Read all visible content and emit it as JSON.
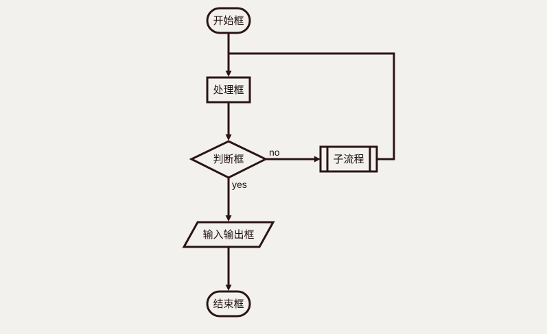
{
  "nodes": {
    "start": {
      "label": "开始框"
    },
    "process": {
      "label": "处理框"
    },
    "decision": {
      "label": "判断框"
    },
    "subprocess": {
      "label": "子流程"
    },
    "io": {
      "label": "输入输出框"
    },
    "end": {
      "label": "结束框"
    }
  },
  "edges": {
    "decision_no": {
      "label": "no"
    },
    "decision_yes": {
      "label": "yes"
    }
  },
  "colors": {
    "background": "#f3f1ed",
    "stroke": "#2a1416",
    "text": "#1e0f10"
  }
}
